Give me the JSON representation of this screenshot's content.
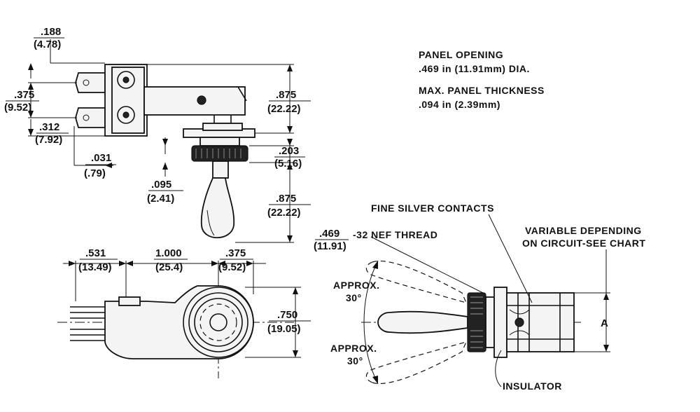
{
  "notes": {
    "panel_opening_title": "PANEL OPENING",
    "panel_opening_value": ".469 in (11.91mm) DIA.",
    "max_thickness_title": "MAX. PANEL THICKNESS",
    "max_thickness_value": ".094 in (2.39mm)"
  },
  "side_view": {
    "dim_188": ".188",
    "dim_188_mm": "(4.78)",
    "dim_375": ".375",
    "dim_375_mm": "(9.52)",
    "dim_312": ".312",
    "dim_312_mm": "(7.92)",
    "dim_031": ".031",
    "dim_031_mm": "(.79)",
    "dim_095": ".095",
    "dim_095_mm": "(2.41)",
    "dim_875a": ".875",
    "dim_875a_mm": "(22.22)",
    "dim_203": ".203",
    "dim_203_mm": "(5.16)",
    "dim_875b": ".875",
    "dim_875b_mm": "(22.22)"
  },
  "top_view": {
    "dim_531": ".531",
    "dim_531_mm": "(13.49)",
    "dim_1000": "1.000",
    "dim_1000_mm": "(25.4)",
    "dim_375": ".375",
    "dim_375_mm": "(9.52)",
    "dim_750": ".750",
    "dim_750_mm": "(19.05)"
  },
  "right_view": {
    "fine_silver": "FINE SILVER CONTACTS",
    "thread_in": ".469",
    "thread_mm": "(11.91)",
    "thread_label": "-32 NEF THREAD",
    "variable_1": "VARIABLE DEPENDING",
    "variable_2": "ON CIRCUIT-SEE CHART",
    "approx_top": "APPROX.",
    "approx_top_deg": "30°",
    "approx_bot": "APPROX.",
    "approx_bot_deg": "30°",
    "dim_a": "A",
    "insulator": "INSULATOR"
  }
}
